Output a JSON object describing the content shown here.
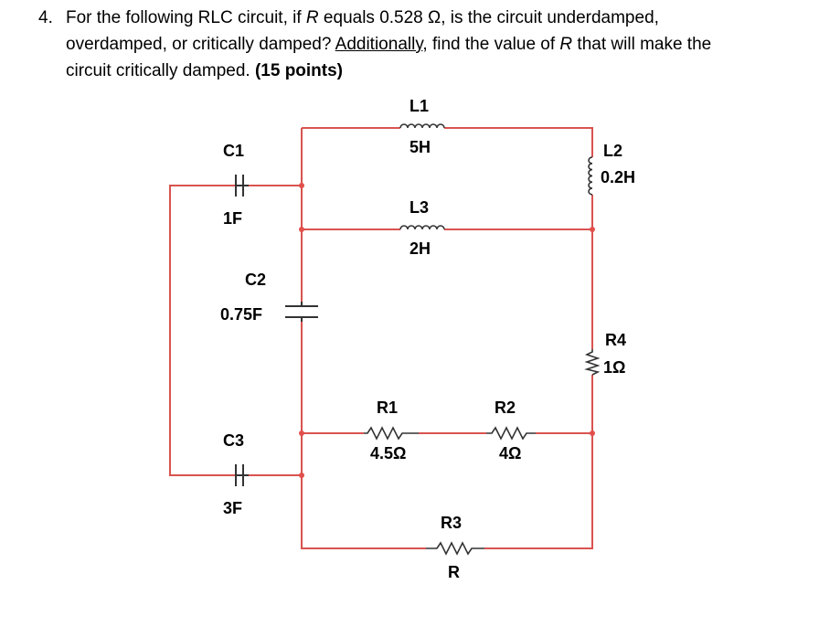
{
  "question": {
    "number": "4.",
    "line1_a": "For the following RLC circuit, if ",
    "line1_r": "R",
    "line1_b": " equals 0.528 Ω, is the circuit underdamped,",
    "line2_a": "overdamped, or critically damped? ",
    "line2_u": "Additionally",
    "line2_b": ", find the value of ",
    "line2_r": "R",
    "line2_c": " that will make the",
    "line3_a": "circuit critically damped. ",
    "line3_b": "(15 points)"
  },
  "components": {
    "L1": {
      "name": "L1",
      "value": "5H"
    },
    "L2": {
      "name": "L2",
      "value": "0.2H"
    },
    "L3": {
      "name": "L3",
      "value": "2H"
    },
    "C1": {
      "name": "C1",
      "value": "1F"
    },
    "C2": {
      "name": "C2",
      "value": "0.75F"
    },
    "C3": {
      "name": "C3",
      "value": "3F"
    },
    "R1": {
      "name": "R1",
      "value": "4.5Ω"
    },
    "R2": {
      "name": "R2",
      "value": "4Ω"
    },
    "R3": {
      "name": "R3",
      "value": "R"
    },
    "R4": {
      "name": "R4",
      "value": "1Ω"
    }
  },
  "colors": {
    "wire": "#d9534f",
    "node": "#e2504b",
    "component": "#333333"
  }
}
